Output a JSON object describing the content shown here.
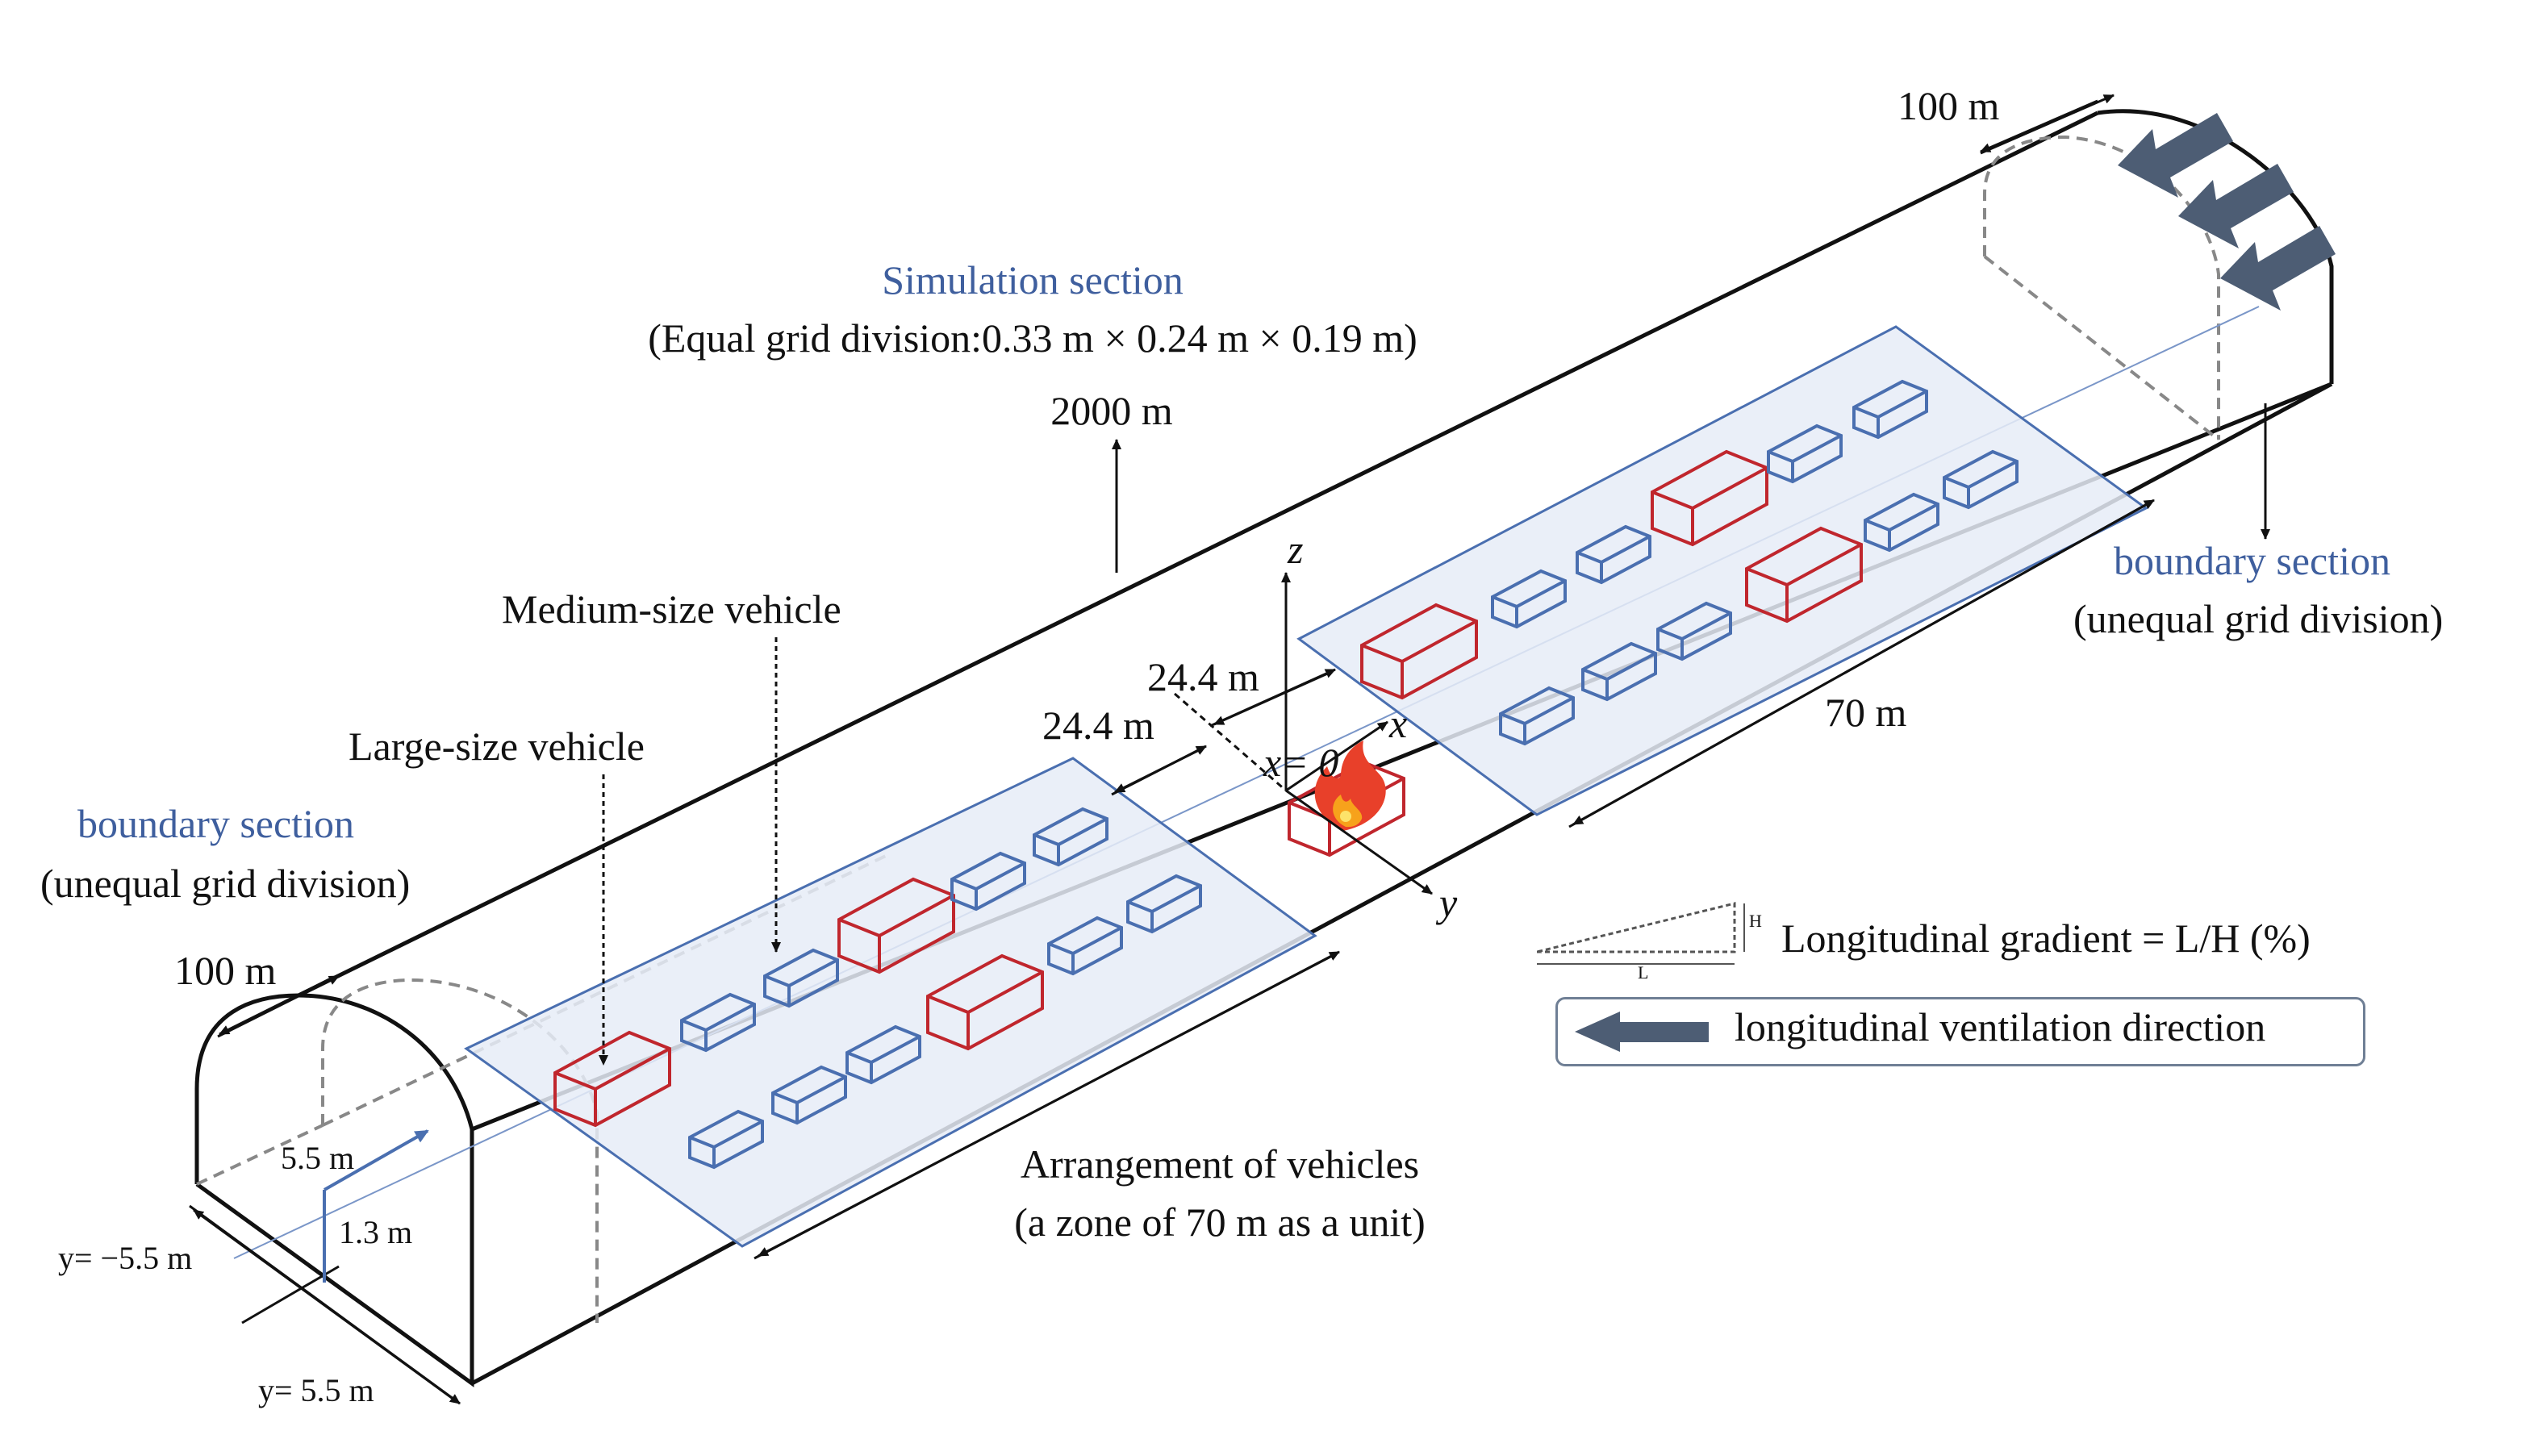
{
  "labels": {
    "simulation_title": "Simulation section",
    "simulation_grid": "(Equal grid division:0.33 m × 0.24 m × 0.19 m)",
    "length_2000": "2000 m",
    "length_100_top": "100 m",
    "length_100_bottom": "100 m",
    "boundary_right_title": "boundary section",
    "boundary_right_sub": "(unequal grid division)",
    "boundary_left_title": "boundary section",
    "boundary_left_sub": "(unequal grid division)",
    "medium_vehicle": "Medium-size vehicle",
    "large_vehicle": "Large-size vehicle",
    "dist_upper": "24.4 m",
    "dist_lower": "24.4 m",
    "zone_70": "70 m",
    "arrangement_title": "Arrangement of vehicles",
    "arrangement_sub": "(a zone of 70 m as a unit)",
    "x_origin": "x= 0",
    "axis_x": "x",
    "axis_y": "y",
    "axis_z": "z",
    "dim_55": "5.5 m",
    "dim_13": "1.3 m",
    "y_neg": "y= −5.5 m",
    "y_pos": "y= 5.5 m"
  },
  "legend": {
    "gradient_text": "Longitudinal gradient = L/H (%)",
    "gradient_h": "H",
    "gradient_l": "L",
    "ventilation_text": "longitudinal ventilation direction"
  },
  "colors": {
    "large_vehicle": "#c0262d",
    "medium_vehicle": "#4a6fb0",
    "zone_fill": "#e6ecf7",
    "zone_edge": "#4a6fb0",
    "arrow": "#4d5d74",
    "label_blue": "#3f5f9e"
  },
  "icons": [
    "fire-icon",
    "ventilation-arrow-icon"
  ]
}
